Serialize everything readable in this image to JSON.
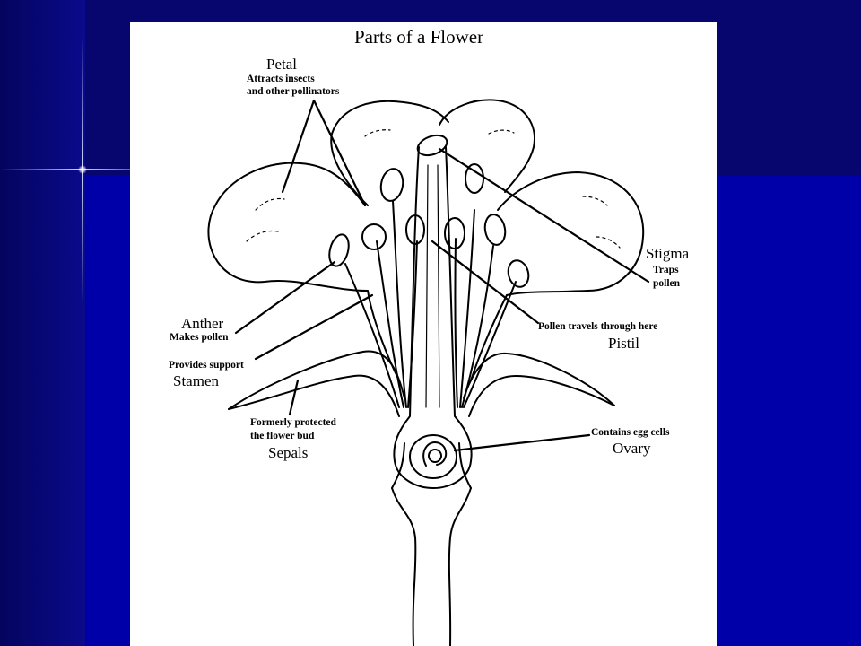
{
  "diagram": {
    "title": "Parts of a Flower",
    "labels": {
      "petal": {
        "name": "Petal",
        "desc_line1": "Attracts insects",
        "desc_line2": "and other pollinators"
      },
      "stigma": {
        "name": "Stigma",
        "desc_line1": "Traps",
        "desc_line2": "pollen"
      },
      "anther": {
        "name": "Anther",
        "desc": "Makes pollen"
      },
      "style": {
        "desc": "Pollen travels through here"
      },
      "pistil": {
        "name": "Pistil"
      },
      "filament": {
        "desc": "Provides support"
      },
      "stamen": {
        "name": "Stamen"
      },
      "sepals": {
        "name": "Sepals",
        "desc_line1": "Formerly protected",
        "desc_line2": "the flower bud"
      },
      "ovary": {
        "name": "Ovary",
        "desc": "Contains egg cells"
      }
    }
  },
  "colors": {
    "background_dark": "#06066e",
    "background": "#0000a8",
    "sheet": "#ffffff",
    "ink": "#000000"
  }
}
